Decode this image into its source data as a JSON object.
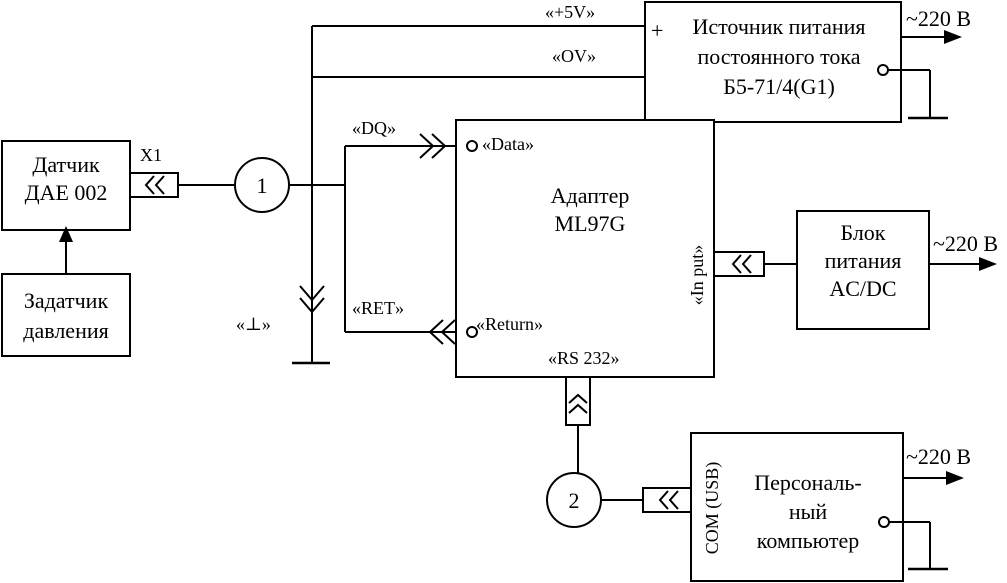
{
  "sensor": {
    "line1": "Датчик",
    "line2": "ДАЕ 002"
  },
  "setter": {
    "line1": "Задатчик",
    "line2": "давления"
  },
  "connector_x1": "X1",
  "node1": "1",
  "node2": "2",
  "ground_label": "«⊥»",
  "dq_label": "«DQ»",
  "ret_label": "«RET»",
  "plus5v_label": "«+5V»",
  "ov_label": "«OV»",
  "psu": {
    "plus": "+",
    "line1": "Источник питания",
    "line2": "постоянного тока",
    "line3": "Б5-71/4(G1)"
  },
  "mains1": "~220 В",
  "adapter": {
    "line1": "Адаптер",
    "line2": "ML97G",
    "data_pin": "«Data»",
    "return_pin": "«Return»",
    "input_pin": "«In put»",
    "rs232": "«RS 232»"
  },
  "acdc": {
    "line1": "Блок",
    "line2": "питания",
    "line3": "AC/DC"
  },
  "mains2": "~220 В",
  "pc": {
    "port": "COM (USB)",
    "line1": "Персональ-",
    "line2": "ный",
    "line3": "компьютер"
  },
  "mains3": "~220 В"
}
